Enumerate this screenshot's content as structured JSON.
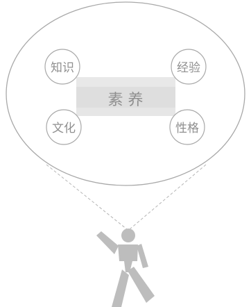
{
  "diagram": {
    "center_label": "素 养",
    "items": [
      {
        "label": "知识"
      },
      {
        "label": "经验"
      },
      {
        "label": "文化"
      },
      {
        "label": "性格"
      }
    ]
  },
  "colors": {
    "stroke": "#a8a8a8",
    "text": "#8f8f8f",
    "figure": "#bdbdbd",
    "band": "#dedede"
  }
}
